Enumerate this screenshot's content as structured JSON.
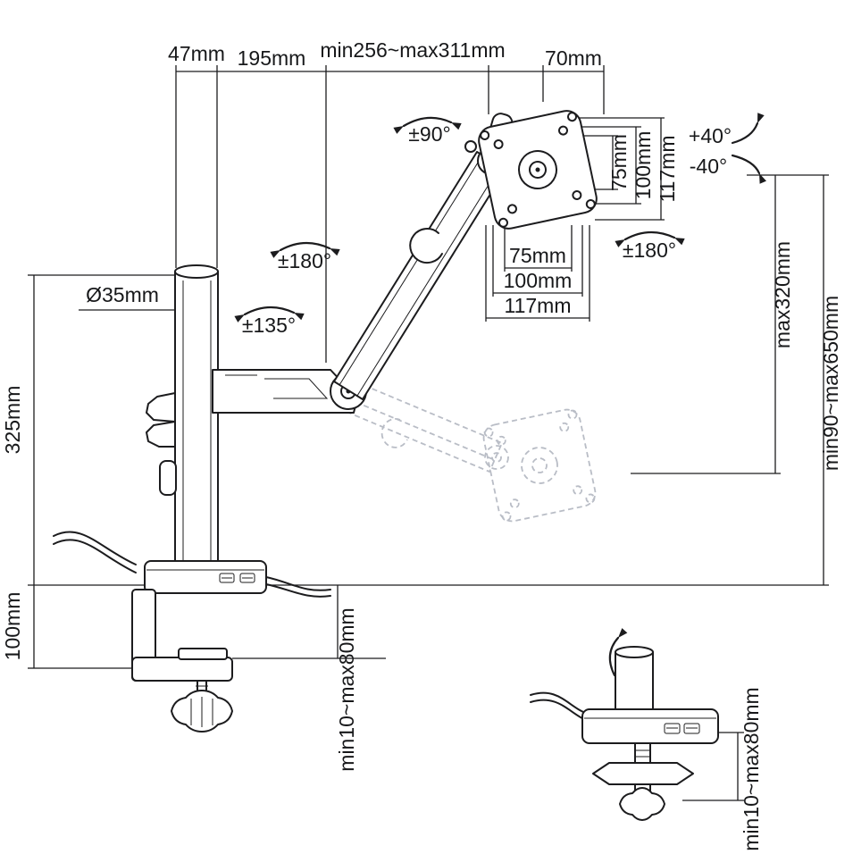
{
  "colors": {
    "line": "#1c1c1e",
    "ghost": "#b9bdc6",
    "background": "#ffffff"
  },
  "labels": {
    "top_pole_width": "47mm",
    "top_arm_offset": "195mm",
    "top_arm_reach": "min256~max311mm",
    "top_plate_offset": "70mm",
    "swivel_head": "±90°",
    "rotate_arm_left": "±180°",
    "swivel_lower_arm": "±135°",
    "rotate_plate": "±180°",
    "tilt_up": "+40°",
    "tilt_down": "-40°",
    "vesa_vertical_75": "75mm",
    "vesa_vertical_100": "100mm",
    "vesa_vertical_117": "117mm",
    "vesa_horizontal_75": "75mm",
    "vesa_horizontal_100": "100mm",
    "vesa_horizontal_117": "117mm",
    "pole_diameter": "Ø35mm",
    "pole_height": "325mm",
    "clamp_height": "100mm",
    "height_adjust": "max320mm",
    "height_range": "min90~max650mm",
    "desk_thickness_clamp": "min10~max80mm",
    "desk_thickness_grommet": "min10~max80mm"
  }
}
